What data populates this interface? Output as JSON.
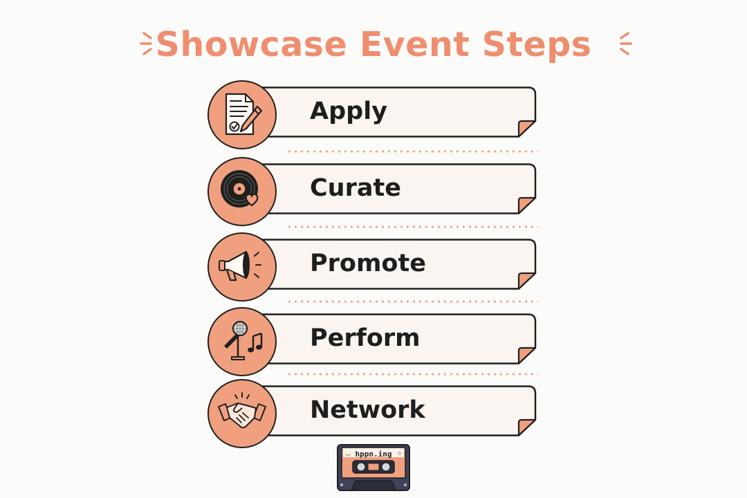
{
  "title": "Showcase Event Steps",
  "colors": {
    "accent": "#ee8e6e",
    "circle_fill": "#f0a07f",
    "banner_fill": "#fbf5f1",
    "outline": "#1f1f1f",
    "background": "#fbfbfa"
  },
  "steps": [
    {
      "label": "Apply",
      "icon": "application-form-pencil-icon"
    },
    {
      "label": "Curate",
      "icon": "vinyl-record-heart-icon"
    },
    {
      "label": "Promote",
      "icon": "megaphone-icon"
    },
    {
      "label": "Perform",
      "icon": "microphone-music-note-icon"
    },
    {
      "label": "Network",
      "icon": "handshake-icon"
    }
  ],
  "logo": {
    "text": "hppn.ing",
    "icon": "cassette-tape-icon"
  }
}
